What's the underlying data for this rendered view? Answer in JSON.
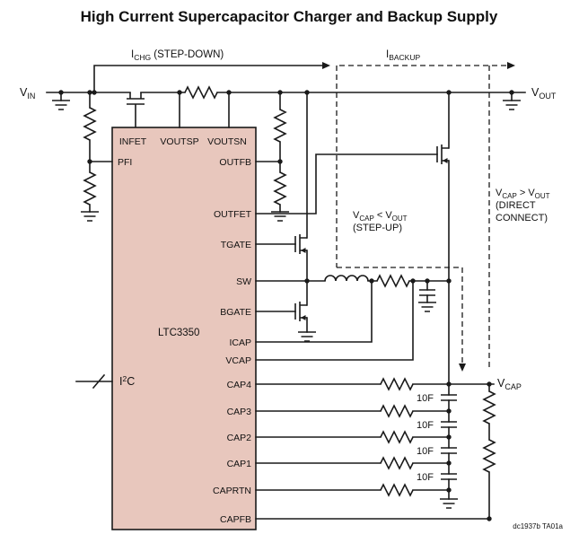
{
  "title": "High Current Supercapacitor Charger and Backup Supply",
  "colors": {
    "ic_fill": "#e8c7bd",
    "wire": "#1a1a1a",
    "note_red": "#d04a55"
  },
  "ic": {
    "name": "LTC3350",
    "pins_top": [
      "INFET",
      "VOUTSP",
      "VOUTSN"
    ],
    "pins_left": {
      "pfi": "PFI",
      "i2c": {
        "base": "I",
        "sup": "2",
        "tail": "C"
      }
    },
    "pins_right": [
      "OUTFB",
      "OUTFET",
      "TGATE",
      "SW",
      "BGATE",
      "ICAP",
      "VCAP",
      "CAP4",
      "CAP3",
      "CAP2",
      "CAP1",
      "CAPRTN",
      "CAPFB"
    ]
  },
  "labels": {
    "vin": {
      "main": "V",
      "sub": "IN"
    },
    "vout": {
      "main": "V",
      "sub": "OUT"
    },
    "vcap_node": {
      "main": "V",
      "sub": "CAP"
    },
    "ichg": {
      "main": "I",
      "sub": "CHG",
      "tail": " (STEP-DOWN)"
    },
    "ibackup": {
      "main": "I",
      "sub": "BACKUP"
    },
    "stepup": {
      "v1": "V",
      "s1": "CAP",
      "mid": " < V",
      "s2": "OUT",
      "line2": "(STEP-UP)"
    },
    "direct": {
      "v1": "V",
      "s1": "CAP",
      "mid": " > V",
      "s2": "OUT",
      "line2": "(DIRECT",
      "line3": "CONNECT)"
    },
    "cap_value": "10F",
    "note": "dc1937b TA01a"
  }
}
